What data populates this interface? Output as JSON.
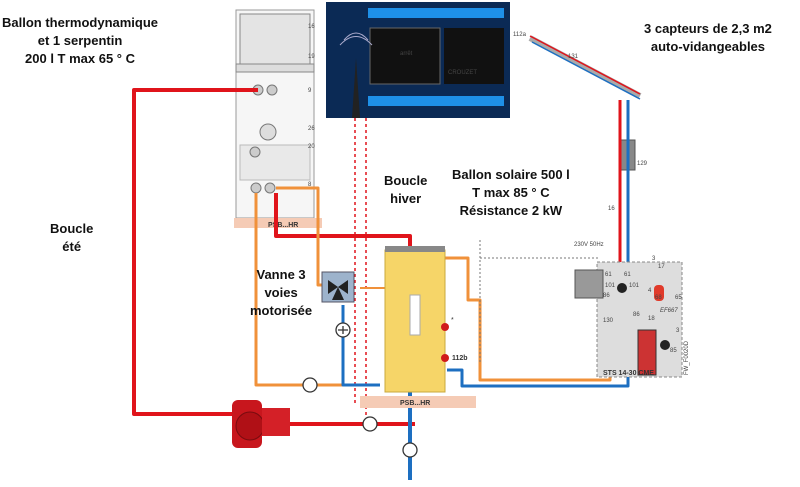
{
  "labels": {
    "thermo_tank": [
      "Ballon thermodynamique",
      "et 1 serpentin",
      "200 l  T max 65 ° C"
    ],
    "summer_loop": [
      "Boucle",
      "été"
    ],
    "valve": [
      "Vanne 3",
      "voies",
      "motorisée"
    ],
    "winter_loop": [
      "Boucle",
      "hiver"
    ],
    "solar_tank": [
      "Ballon solaire 500 l",
      "T max 85 ° C",
      "Résistance 2 kW"
    ],
    "collectors": [
      "3 capteurs de 2,3 m2",
      "auto-vidangeables"
    ]
  },
  "component_tags": {
    "thermo_tank_base": "PSB...HR",
    "solar_tank_base": "PSB...HR",
    "thermo_ports": [
      "16",
      "19",
      "9",
      "26",
      "20",
      "8"
    ],
    "sensor_112b": "112b",
    "sensor_star": "*",
    "collector_sensor": "112a",
    "collector_ref": "131",
    "collector_pipe": "129",
    "pipe_ref": "16",
    "station": "STS 14-30 CME",
    "expansion": "EF667",
    "fw": "FW_F0020D",
    "power": "230V 50Hz",
    "station_parts": [
      "61",
      "61",
      "101",
      "101",
      "86",
      "86",
      "130",
      "18",
      "3",
      "17",
      "4",
      "68",
      "65",
      "85",
      "3"
    ],
    "controller_brand": "CROUZET",
    "controller_display": "arrêt"
  },
  "colors": {
    "hot": "#e0141b",
    "cold": "#1d6fc1",
    "return": "#f0913a",
    "solar_tank": "#f6d568",
    "controller_bg": "#0b2a55"
  }
}
